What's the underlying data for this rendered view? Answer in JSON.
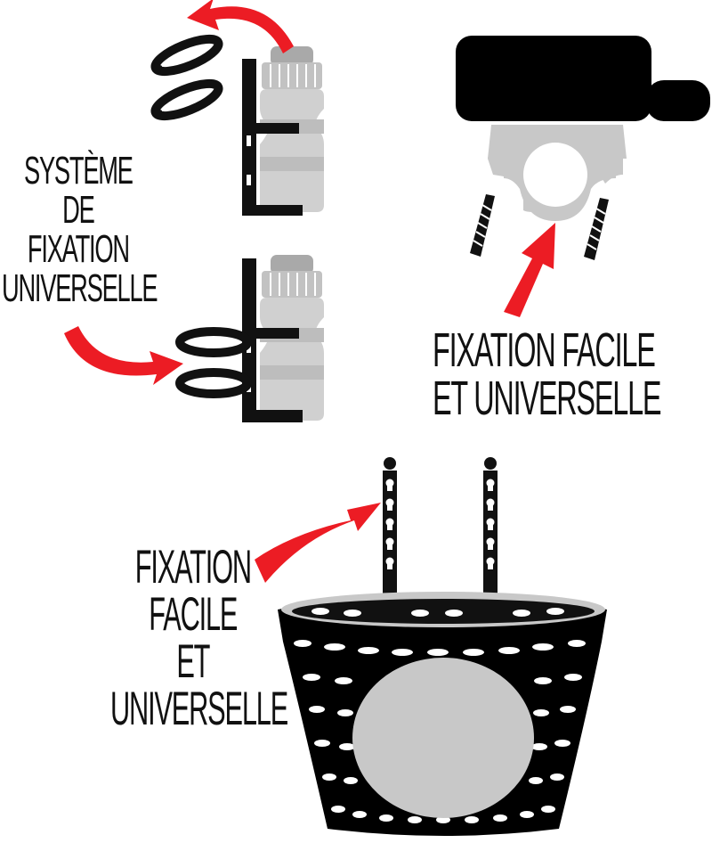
{
  "labels": {
    "bottle_cage": [
      "SYSTÈME",
      "DE",
      "FIXATION",
      "UNIVERSELLE"
    ],
    "bell_mount": [
      "FIXATION FACILE",
      "ET UNIVERSELLE"
    ],
    "basket": [
      "FIXATION",
      "FACILE",
      "ET",
      "UNIVERSELLE"
    ]
  },
  "colors": {
    "ink": "#111111",
    "accent_arrow": "#ec1c24",
    "bottle_gray": "#c9c9c9",
    "bottle_dark": "#a9a9a9",
    "clamp_gray": "#c8c8c8"
  },
  "icons": [
    "bottle-cage-icon",
    "water-bottle-icon",
    "strap-loop-icon",
    "bell-mount-icon",
    "screw-icon",
    "basket-icon",
    "curved-arrow-icon"
  ]
}
